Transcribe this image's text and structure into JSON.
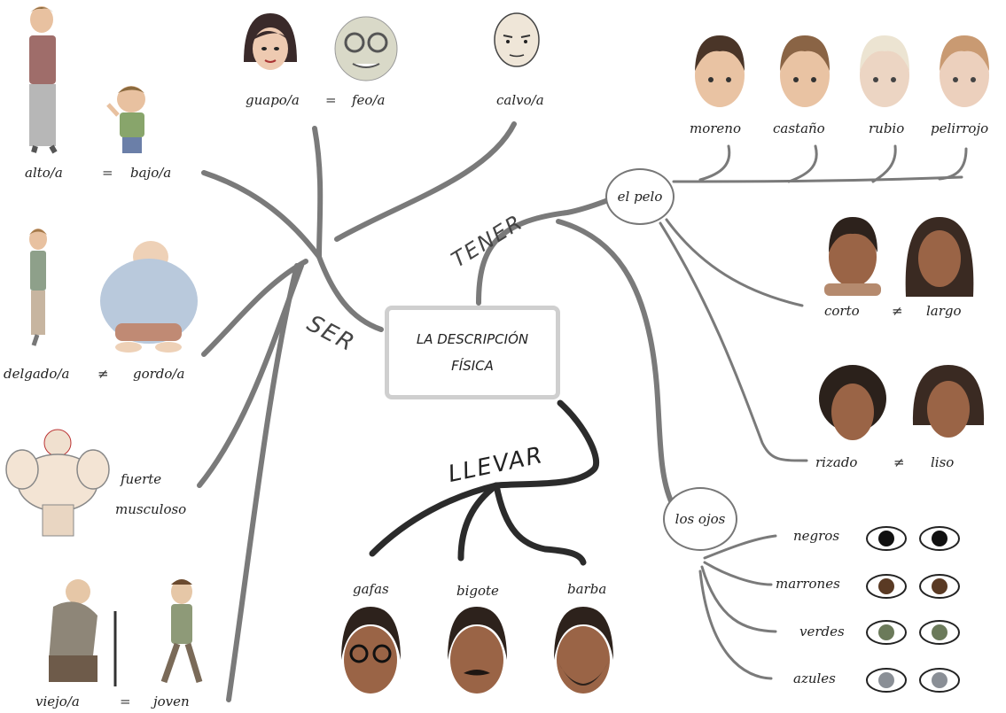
{
  "central": {
    "line1": "LA DESCRIPCIÓN",
    "line2": "FÍSICA"
  },
  "verbs": {
    "ser": "SER",
    "tener": "TENER",
    "llevar": "LLEVAR"
  },
  "nodes": {
    "pelo": "el pelo",
    "ojos": "los ojos"
  },
  "symbols": {
    "eq": "=",
    "neq": "≠"
  },
  "ser": {
    "alto": "alto/a",
    "bajo": "bajo/a",
    "guapo": "guapo/a",
    "feo": "feo/a",
    "calvo": "calvo/a",
    "delgado": "delgado/a",
    "gordo": "gordo/a",
    "fuerte": "fuerte",
    "musculoso": "musculoso",
    "viejo": "viejo/a",
    "joven": "joven"
  },
  "pelo": {
    "colors": [
      "moreno",
      "castaño",
      "rubio",
      "pelirrojo"
    ],
    "corto": "corto",
    "largo": "largo",
    "rizado": "rizado",
    "liso": "liso"
  },
  "ojos": [
    "negros",
    "marrones",
    "verdes",
    "azules"
  ],
  "llevar": [
    "gafas",
    "bigote",
    "barba"
  ],
  "colors": {
    "branch": "#777777",
    "llevar_branch": "#2b2b2b",
    "box_border": "#cfcfcf",
    "hair_brown": "#5a3a24",
    "hair_blond": "#e6e0cf",
    "hair_red": "#c98a55",
    "skin": "#e8c1a0",
    "skin_dark": "#9a6446"
  }
}
